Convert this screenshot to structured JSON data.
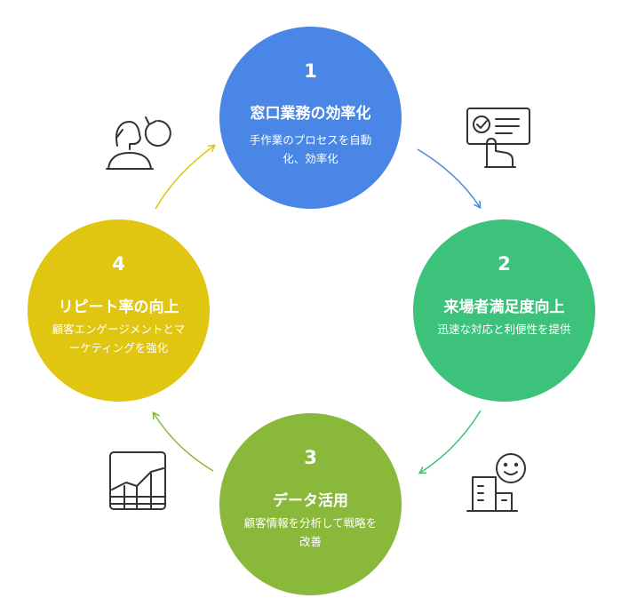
{
  "cycle": {
    "steps": [
      {
        "number": "1",
        "title": "窓口業務の効率化",
        "desc": "手作業のプロセスを自動化、効率化",
        "color": "#4a86e5",
        "icon": "checklist-hand-icon"
      },
      {
        "number": "2",
        "title": "来場者満足度向上",
        "desc": "迅速な対応と利便性を提供",
        "color": "#3cc27b",
        "icon": "smiley-building-icon"
      },
      {
        "number": "3",
        "title": "データ活用",
        "desc": "顧客情報を分析して戦略を改善",
        "color": "#8ab83a",
        "icon": "growth-chart-icon"
      },
      {
        "number": "4",
        "title": "リピート率の向上",
        "desc": "顧客エンゲージメントとマーケティングを強化",
        "color": "#e0c511",
        "icon": "returning-customer-icon"
      }
    ],
    "arrow_colors": [
      "#4a86e5",
      "#3cc27b",
      "#8ab83a",
      "#e0c511"
    ]
  }
}
